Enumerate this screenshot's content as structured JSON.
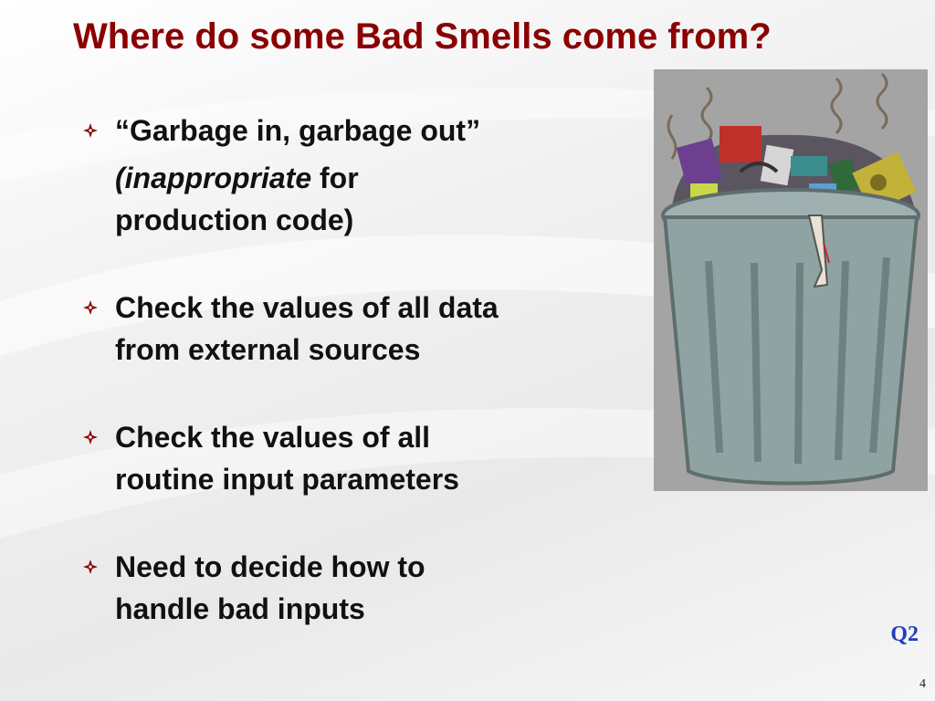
{
  "slide": {
    "title": "Where do some Bad Smells come from?",
    "bullets": [
      {
        "text": "“Garbage in, garbage out”",
        "sub_italic": "(inappropriate",
        "sub_rest_1": " for",
        "sub_rest_2": "production code)"
      },
      {
        "line1": "Check the values of all data",
        "line2": "from external sources"
      },
      {
        "line1": "Check the values of all",
        "line2": "routine input parameters"
      },
      {
        "line1": "Need to decide how to",
        "line2": "handle bad inputs"
      }
    ],
    "question_label": "Q2",
    "page_number": "4"
  },
  "image": {
    "icon": "garbage-can-illustration"
  },
  "colors": {
    "title": "#8b0000",
    "bullet_icon": "#8b0000",
    "q_label": "#1f3fbf",
    "image_panel": "#a4a4a4"
  }
}
